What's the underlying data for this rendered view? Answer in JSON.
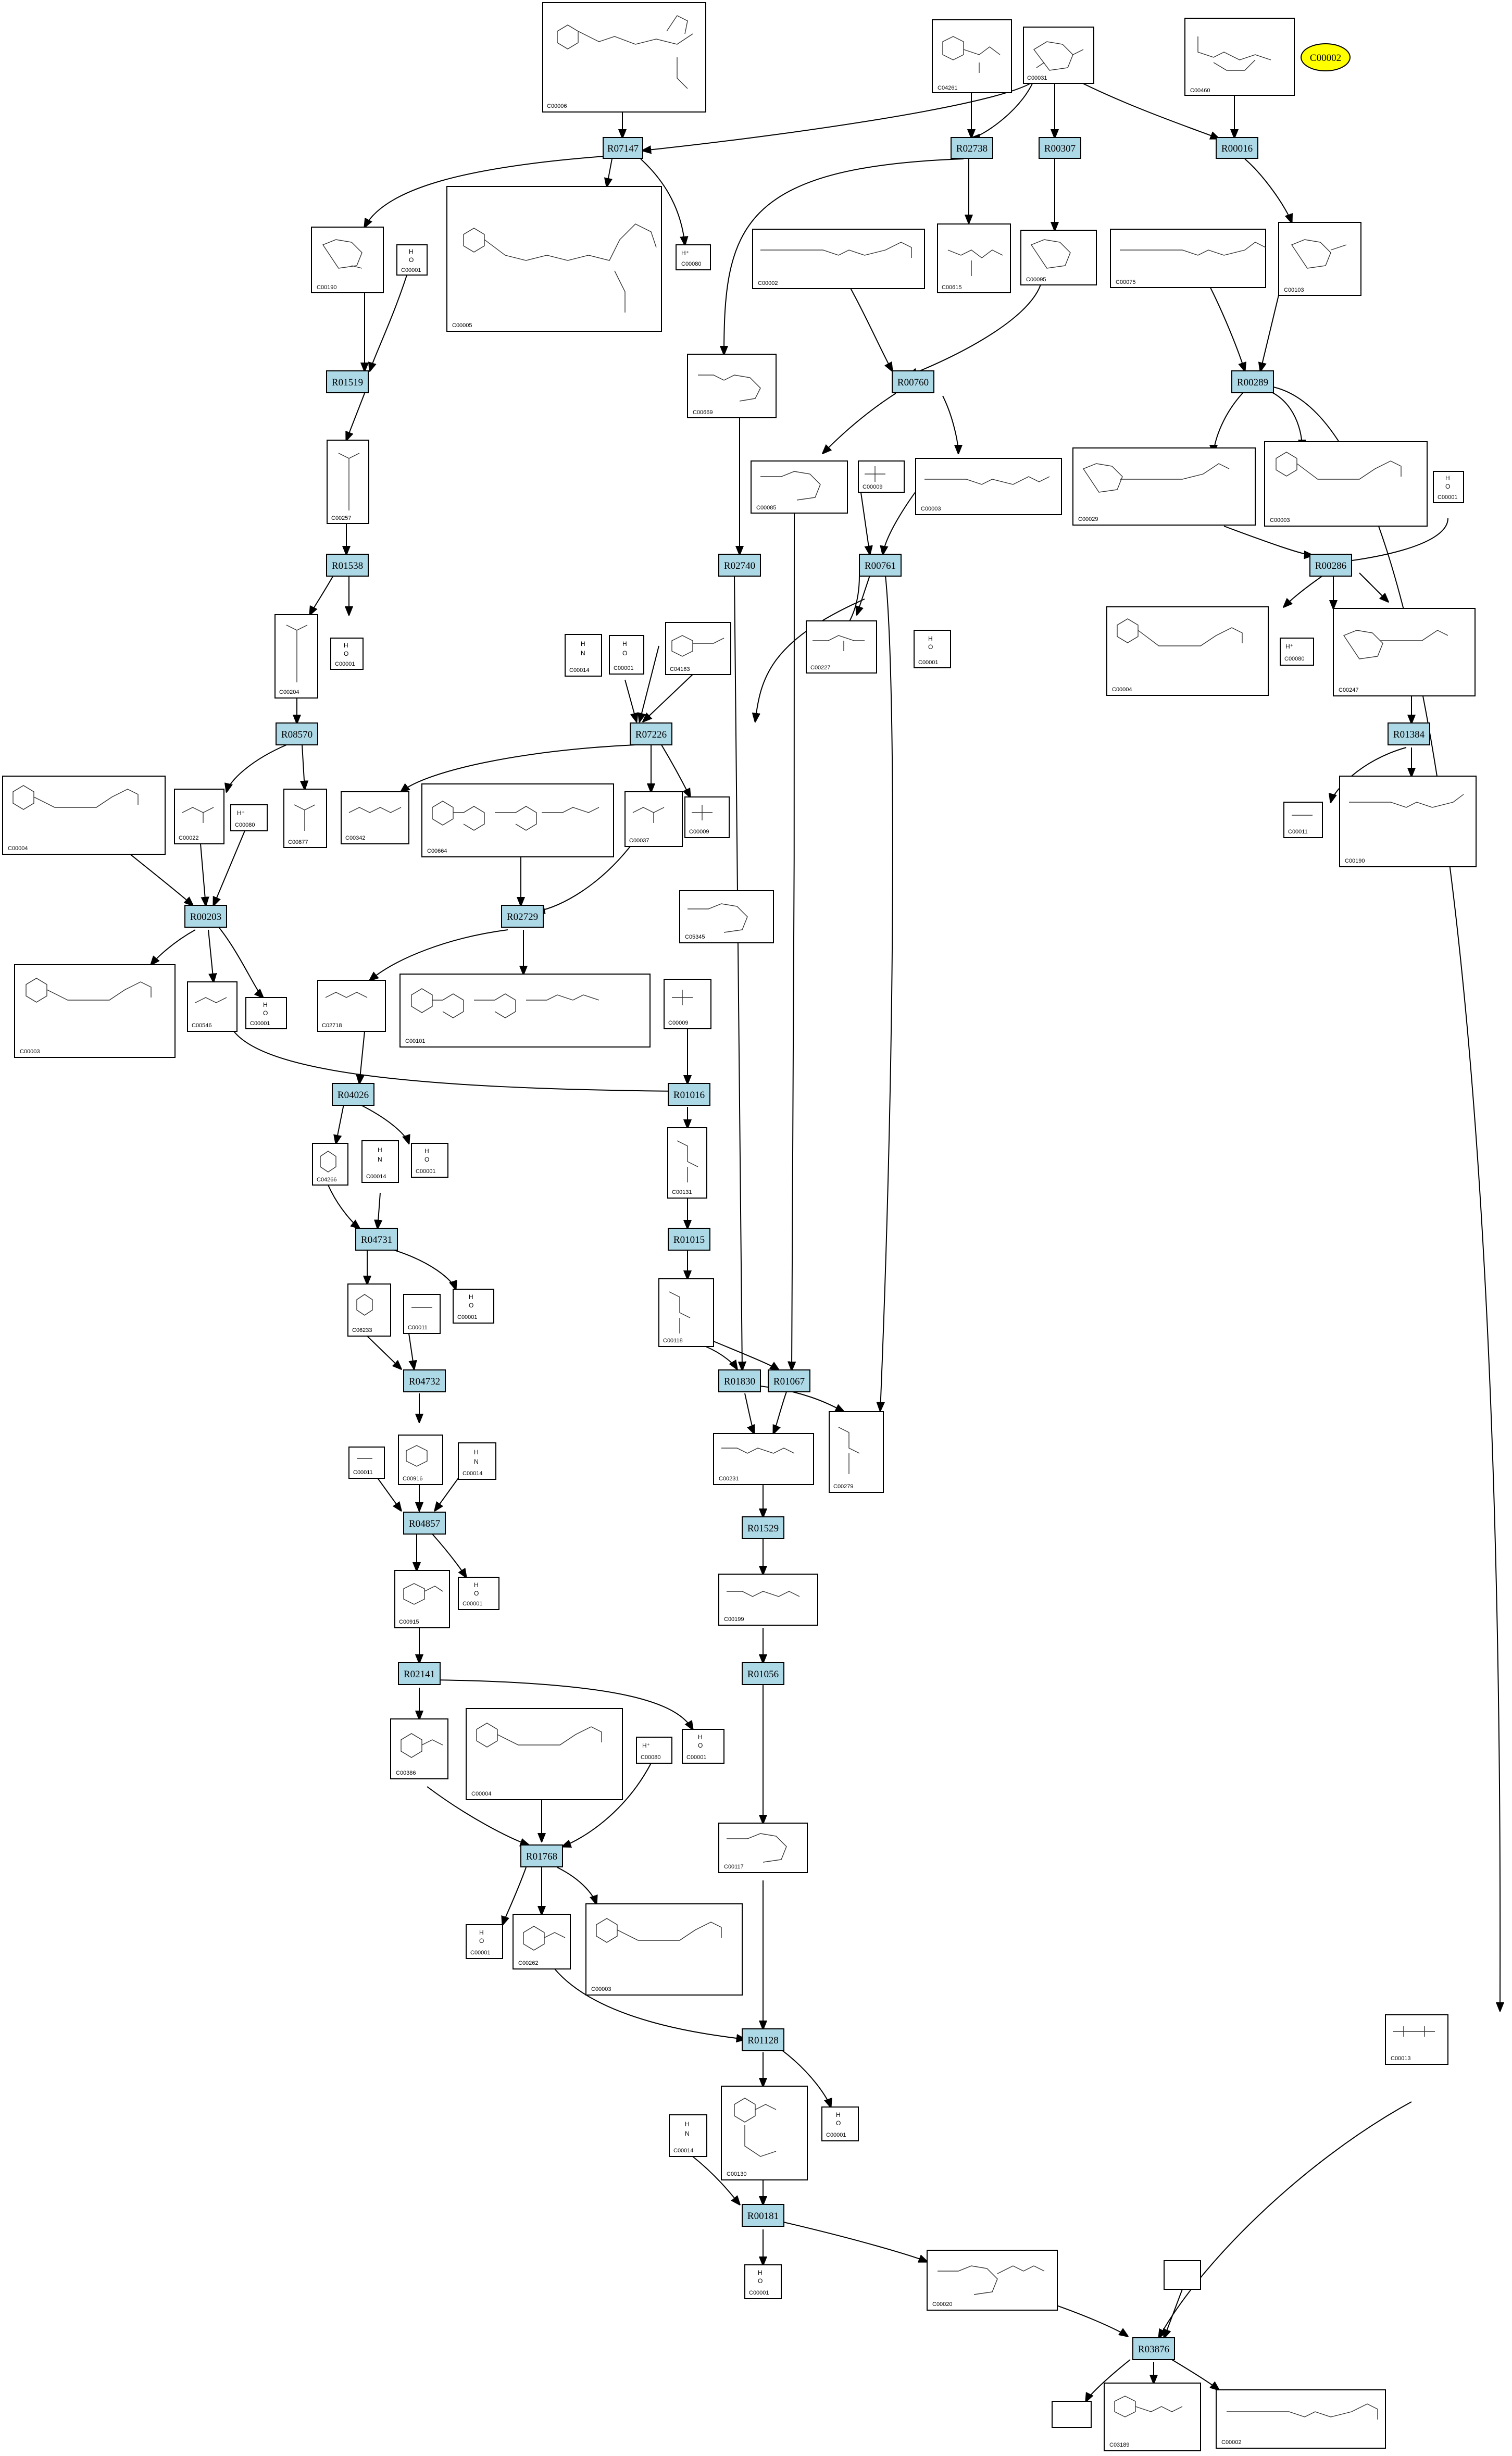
{
  "colors": {
    "reaction_fill": "#add8e6",
    "highlight_fill": "#ffff00",
    "edge": "#000000"
  },
  "highlight": {
    "id": "C00002"
  },
  "reactions": [
    "R07147",
    "R02738",
    "R00307",
    "R00016",
    "R01519",
    "R00760",
    "R00289",
    "R01538",
    "R02740",
    "R00761",
    "R00286",
    "R08570",
    "R07226",
    "R01384",
    "R00203",
    "R02729",
    "R04026",
    "R01016",
    "R04731",
    "R01015",
    "R04732",
    "R01830",
    "R01067",
    "R04857",
    "R01529",
    "R02141",
    "R01056",
    "R01768",
    "R01128",
    "R00181",
    "R03876"
  ],
  "compounds": {
    "C00006": "C00006",
    "C04261": "C04261",
    "C00031": "C00031",
    "C00460": "C00460",
    "C00190": "C00190",
    "C00001": "C00001",
    "C00005": "C00005",
    "C00080": "C00080",
    "C00002": "C00002",
    "C00615": "C00615",
    "C00095": "C00095",
    "C00075": "C00075",
    "C00103": "C00103",
    "C00669": "C00669",
    "C00257": "C00257",
    "C00085": "C00085",
    "C00009": "C00009",
    "C00029": "C00029",
    "C00003": "C00003",
    "C00204": "C00204",
    "C00014": "C00014",
    "C04163": "C04163",
    "C00227": "C00227",
    "C00004": "C00004",
    "C00247": "C00247",
    "C00022": "C00022",
    "C00877": "C00877",
    "C00342": "C00342",
    "C00664": "C00664",
    "C00037": "C00037",
    "C00011": "C00011",
    "C00190b": "C00190",
    "C05345": "C05345",
    "C00546": "C00546",
    "C02718": "C02718",
    "C00101": "C00101",
    "C04266": "C04266",
    "C00131": "C00131",
    "C06233": "C06233",
    "C00118": "C00118",
    "C00916": "C00916",
    "C00231": "C00231",
    "C00279": "C00279",
    "C00199": "C00199",
    "C00915": "C00915",
    "C00386": "C00386",
    "C00117": "C00117",
    "C00262": "C00262",
    "C00130": "C00130",
    "C00013": "C00013",
    "C00020": "C00020",
    "C03189": "C03189"
  },
  "formula_labels": {
    "hplus": "H⁺",
    "h2o_h": "H",
    "h2o_o": "O",
    "nh3_n": "N",
    "nh3_h": "H"
  }
}
